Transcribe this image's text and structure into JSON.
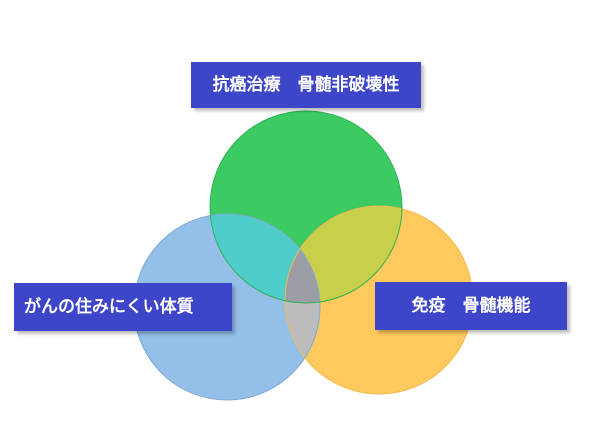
{
  "colors": {
    "green": "#3ccb63",
    "orange": "#ffc95e",
    "blue": "#94bfe9",
    "green_blue_overlap": "#4fcdcb",
    "green_orange_overlap": "#c8cf4a",
    "blue_orange_overlap": "#bcbcbc",
    "center_overlap": "#9c9ca4",
    "label_bg": "#3d46c8",
    "label_text": "#ffffff"
  },
  "labels": {
    "top": "抗癌治療　骨髄非破壊性",
    "left": "がんの住みにくい体質",
    "right": "免疫　骨髄機能"
  }
}
